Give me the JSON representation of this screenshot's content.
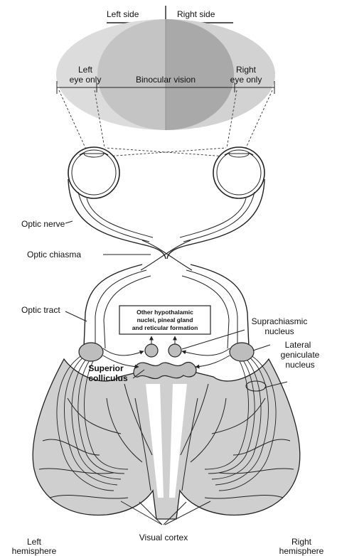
{
  "header": {
    "left_side": "Left side",
    "right_side": "Right side"
  },
  "visual_field": {
    "left_eye_only_l1": "Left",
    "left_eye_only_l2": "eye only",
    "binocular": "Binocular vision",
    "right_eye_only_l1": "Right",
    "right_eye_only_l2": "eye only"
  },
  "labels": {
    "optic_nerve": "Optic nerve",
    "optic_chiasma": "Optic chiasma",
    "optic_tract": "Optic tract",
    "hypothalamic_l1": "Other hypothalamic",
    "hypothalamic_l2": "nuclei, pineal gland",
    "hypothalamic_l3": "and reticular formation",
    "suprachiasmic_l1": "Suprachiasmic",
    "suprachiasmic_l2": "nucleus",
    "lgn_l1": "Lateral",
    "lgn_l2": "geniculate",
    "lgn_l3": "nucleus",
    "superior_l1": "Superior",
    "superior_l2": "colliculus",
    "visual_cortex": "Visual cortex",
    "left_hemi_l1": "Left",
    "left_hemi_l2": "hemisphere",
    "right_hemi_l1": "Right",
    "right_hemi_l2": "hemisphere"
  },
  "colors": {
    "field_light": "#dcdcdc",
    "field_mid": "#c4c4c4",
    "field_dark": "#a9a9a9",
    "brain_fill": "#cfcfcf",
    "nucleus_fill": "#bdbdbd",
    "line": "#222222"
  }
}
